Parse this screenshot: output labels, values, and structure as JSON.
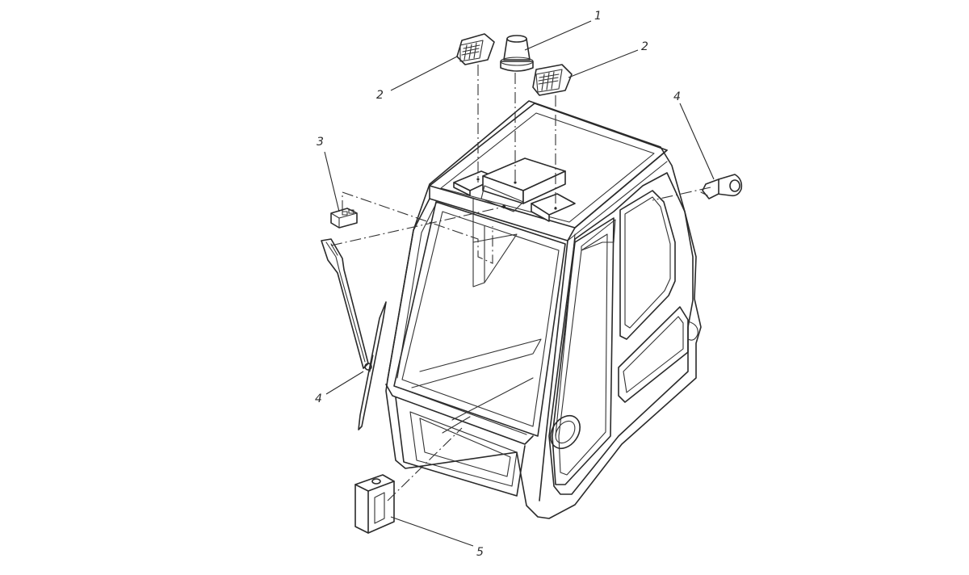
{
  "callouts": {
    "beacon": "1",
    "work_light_left": "2",
    "work_light_right": "2",
    "switch_unit": "3",
    "mirror": "4",
    "wiper": "4",
    "washer_tank": "5"
  },
  "colors": {
    "line": "#2a2a2a",
    "background": "#ffffff"
  }
}
